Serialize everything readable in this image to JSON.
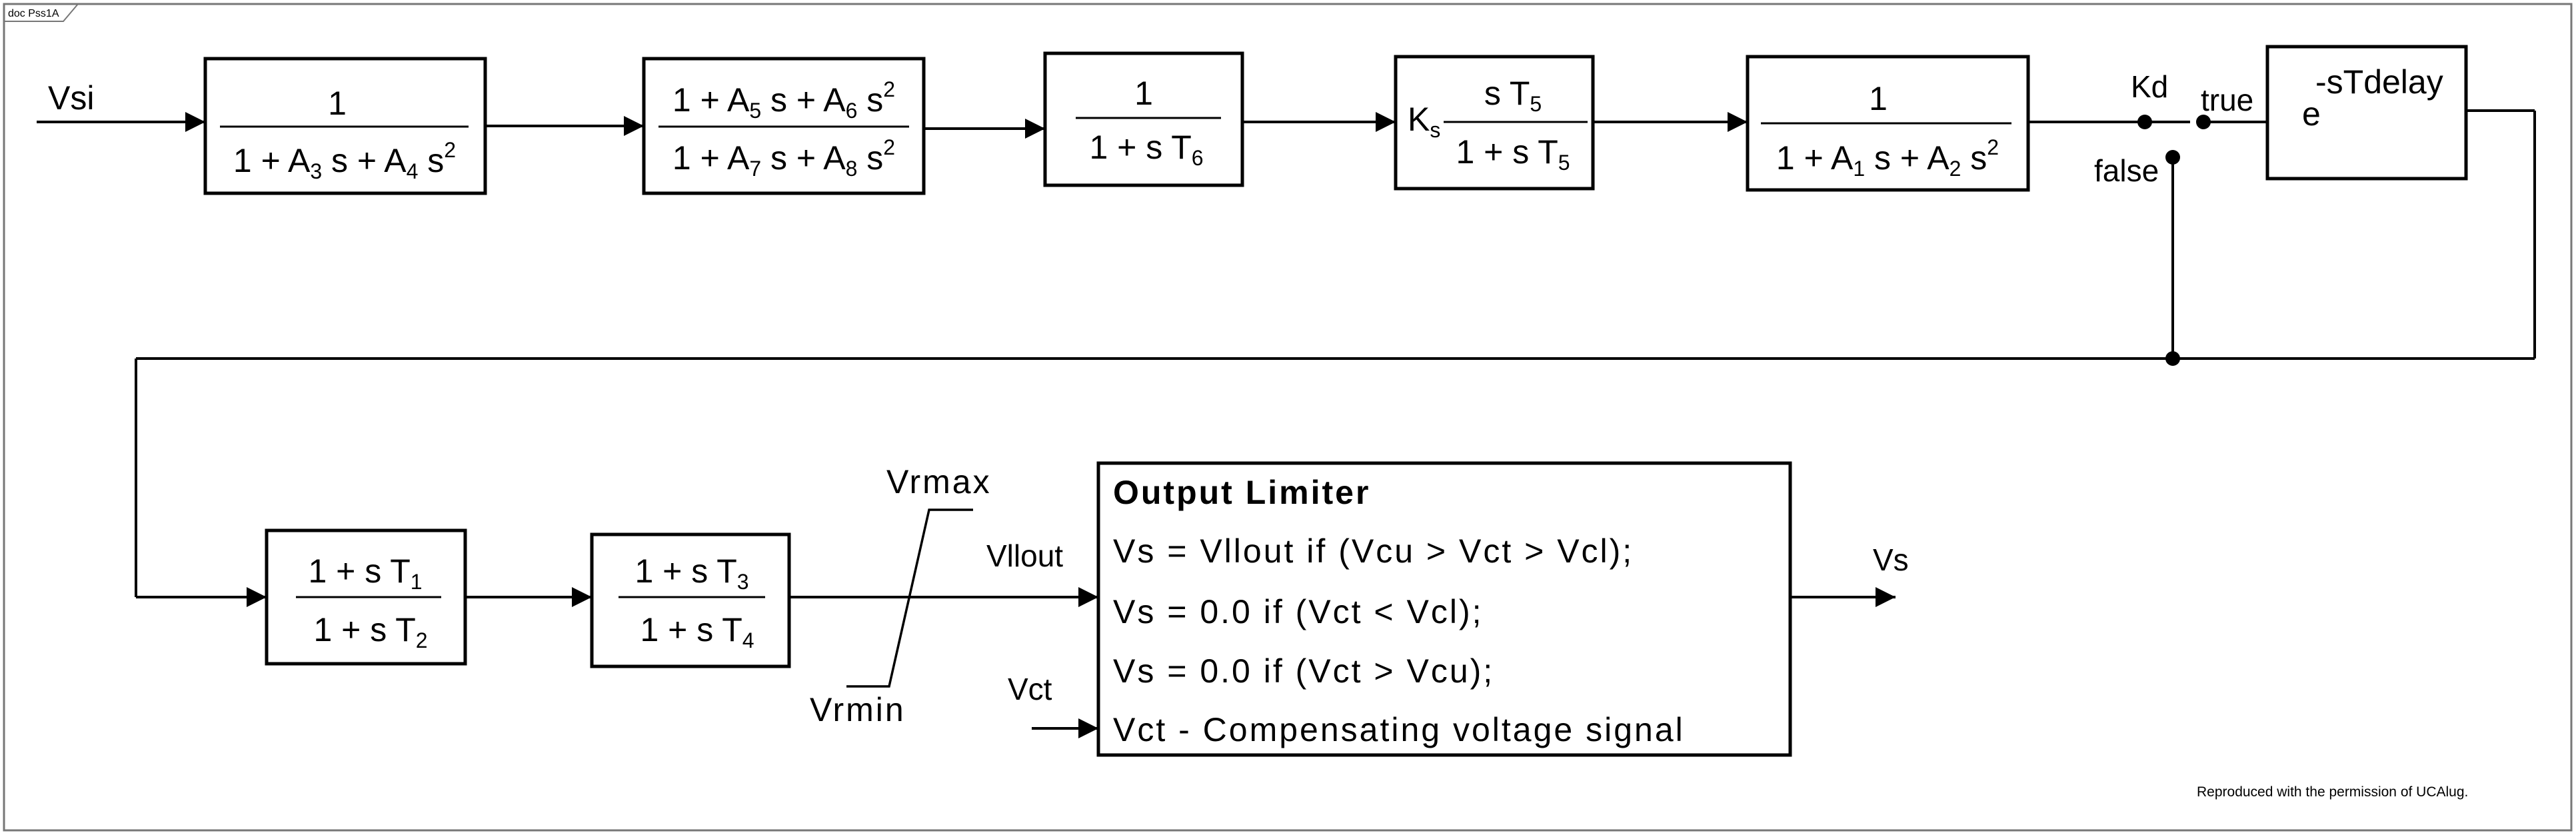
{
  "frame_tab": "doc Pss1A",
  "credit": "Reproduced with the permission of UCAlug.",
  "signals": {
    "vsi": "Vsi",
    "kd": "Kd",
    "true_label": "true",
    "false_label": "false",
    "vllout": "Vllout",
    "vct": "Vct",
    "vs": "Vs",
    "vrmax": "Vrmax",
    "vrmin": "Vrmin"
  },
  "blocks": {
    "b1": {
      "num": "1",
      "den_1": "1 + A",
      "den_sub1": "3",
      "den_2": " s + A",
      "den_sub2": "4",
      "den_3": " s",
      "den_sup": "2"
    },
    "b2": {
      "num_1": "1 + A",
      "num_sub1": "5",
      "num_2": " s + A",
      "num_sub2": "6",
      "num_3": " s",
      "num_sup": "2",
      "den_1": "1 + A",
      "den_sub1": "7",
      "den_2": " s + A",
      "den_sub2": "8",
      "den_3": " s",
      "den_sup": "2"
    },
    "b3": {
      "num": "1",
      "den_1": "1 + s T",
      "den_sub": "6"
    },
    "b4": {
      "gain": "K",
      "gain_sub": "s",
      "num_1": "s T",
      "num_sub": "5",
      "den_1": "1 + s T",
      "den_sub": "5"
    },
    "b5": {
      "num": "1",
      "den_1": "1 + A",
      "den_sub1": "1",
      "den_2": " s + A",
      "den_sub2": "2",
      "den_3": " s",
      "den_sup": "2"
    },
    "delay": {
      "base": "e",
      "exponent": "-sTdelay"
    },
    "b6": {
      "num_1": "1 + s T",
      "num_sub": "1",
      "den_1": "1 + s T",
      "den_sub": "2"
    },
    "b7": {
      "num_1": "1 + s T",
      "num_sub": "3",
      "den_1": "1 + s T",
      "den_sub": "4"
    }
  },
  "output_limiter": {
    "title": "Output Limiter",
    "lines": [
      "Vs = Vllout if (Vcu > Vct > Vcl);",
      "Vs = 0.0 if (Vct < Vcl);",
      "Vs = 0.0 if (Vct > Vcu);",
      "Vct - Compensating voltage signal"
    ]
  }
}
